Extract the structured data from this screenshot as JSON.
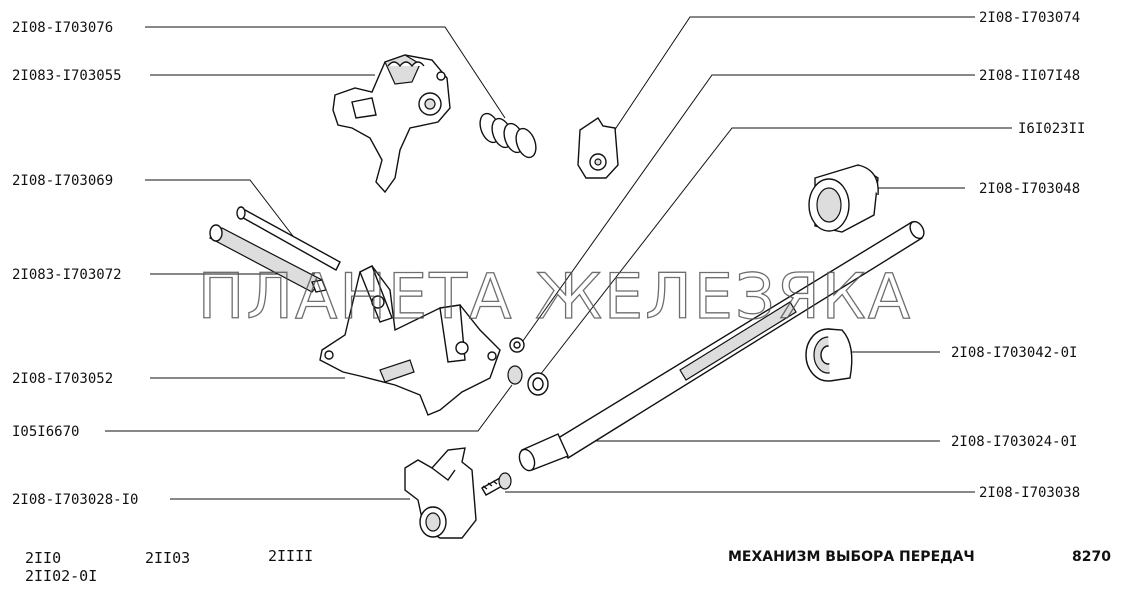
{
  "labels": {
    "l1": "2I08-I703076",
    "l2": "2I083-I703055",
    "l3": "2I08-I703069",
    "l4": "2I083-I703072",
    "l5": "2I08-I703052",
    "l6": "I05I6670",
    "l7": "2I08-I703028-I0",
    "r1": "2I08-I703074",
    "r2": "2I08-II07I48",
    "r3": "I6I023II",
    "r4": "2I08-I703048",
    "r5": "2I08-I703042-0I",
    "r6": "2I08-I703024-0I",
    "r7": "2I08-I703038"
  },
  "watermark": "ПЛАНЕТА ЖЕЛЕЗЯКА",
  "footer": {
    "model_1": "2II0",
    "model_2": "2II02-0I",
    "model_3": "2II03",
    "model_4": "2IIII",
    "title": "МЕХАНИЗМ ВЫБОРА ПЕРЕДАЧ",
    "page": "8270"
  }
}
